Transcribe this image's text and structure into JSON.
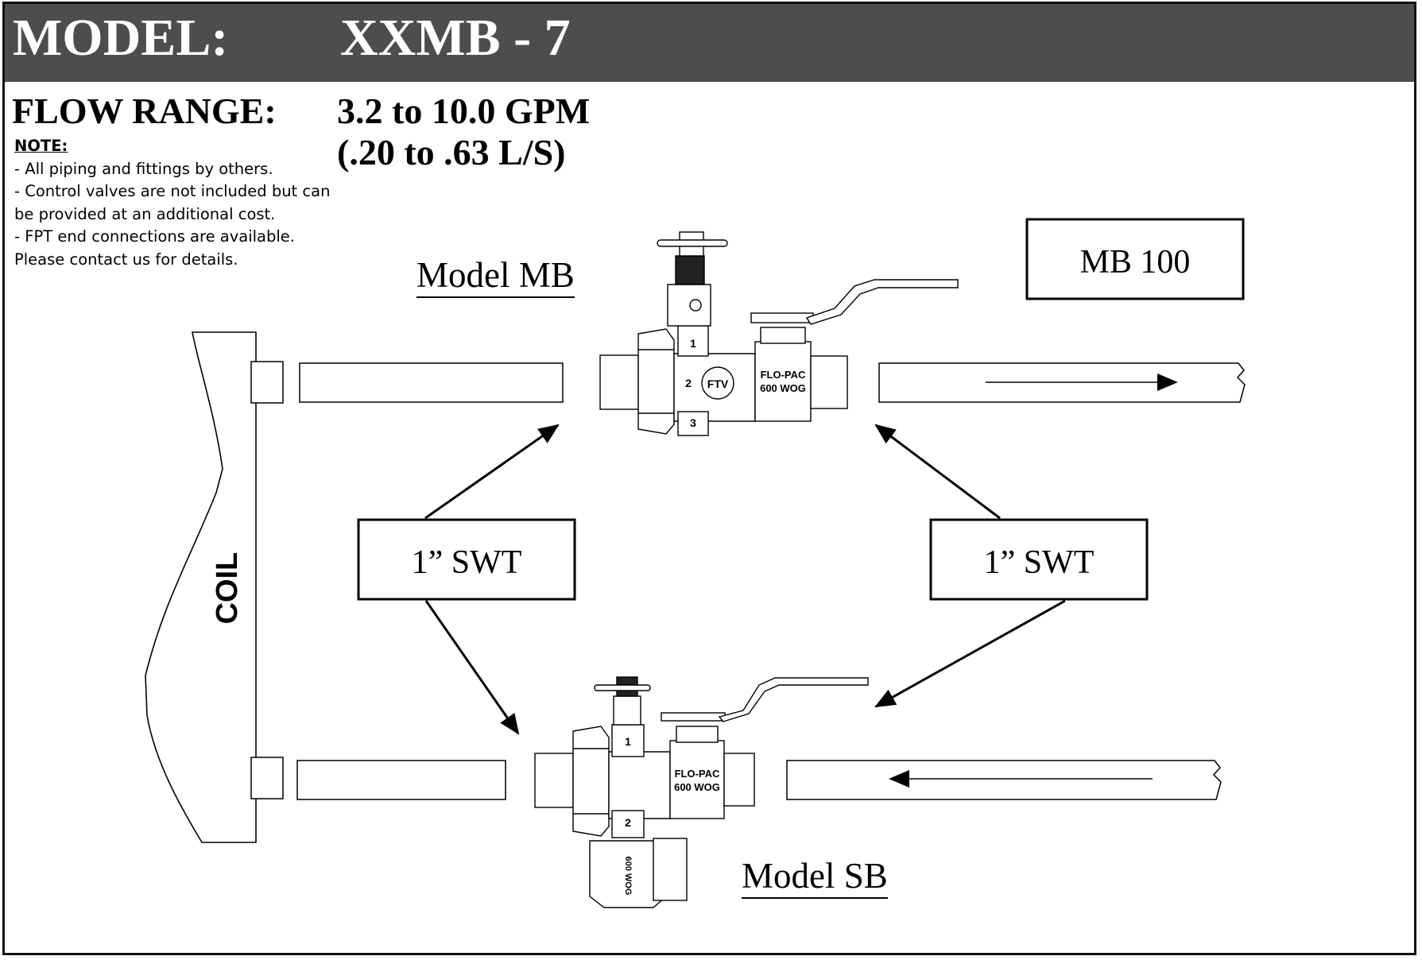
{
  "header": {
    "label": "MODEL:",
    "value": "XXMB - 7"
  },
  "flow": {
    "label": "FLOW RANGE:",
    "value_gpm": "3.2 to 10.0 GPM",
    "value_ls": "(.20 to .63 L/S)"
  },
  "note": {
    "title": "NOTE:",
    "lines": [
      "- All piping and fittings by others.",
      "- Control valves are not included but can",
      "be provided at an additional cost.",
      "- FPT end connections are available.",
      "Please contact us for details."
    ]
  },
  "diagram": {
    "coil_label": "COIL",
    "model_mb": "Model MB",
    "model_sb": "Model SB",
    "mb100_box": "MB 100",
    "swt_left": "1” SWT",
    "swt_right": "1” SWT",
    "valve_mb": {
      "ports": [
        "1",
        "2",
        "3"
      ],
      "brand": "FLO-PAC",
      "rating": "600 WOG",
      "badge": "FTV"
    },
    "valve_sb": {
      "ports": [
        "1",
        "2"
      ],
      "brand": "FLO-PAC",
      "rating": "600 WOG",
      "small_rating": "600 WOG"
    }
  }
}
